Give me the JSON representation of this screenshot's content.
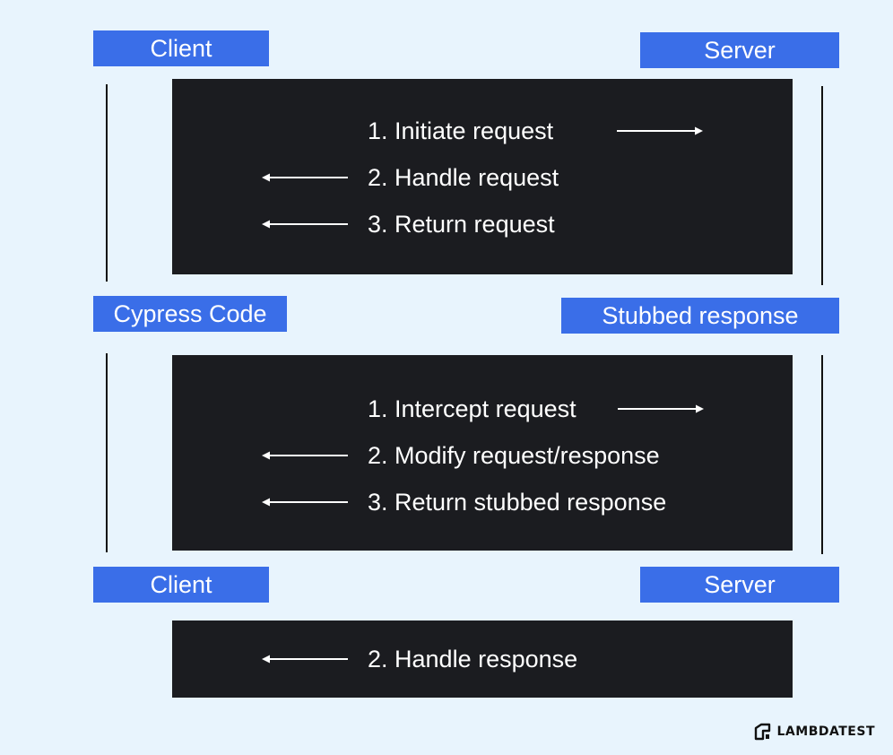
{
  "sections": [
    {
      "left_label": "Client",
      "right_label": "Server",
      "steps": [
        "1. Initiate request",
        "2. Handle request",
        "3. Return request"
      ]
    },
    {
      "left_label": "Cypress Code",
      "right_label": "Stubbed response",
      "steps": [
        "1. Intercept request",
        "2. Modify request/response",
        "3. Return stubbed response"
      ]
    },
    {
      "left_label": "Client",
      "right_label": "Server",
      "steps": [
        "2. Handle response"
      ]
    }
  ],
  "logo": {
    "text": "LAMBDATEST",
    "icon": "lambdatest-logo-icon"
  },
  "colors": {
    "background": "#e8f4fd",
    "label": "#3a6ee8",
    "panel": "#1b1c20",
    "text": "#ffffff"
  }
}
